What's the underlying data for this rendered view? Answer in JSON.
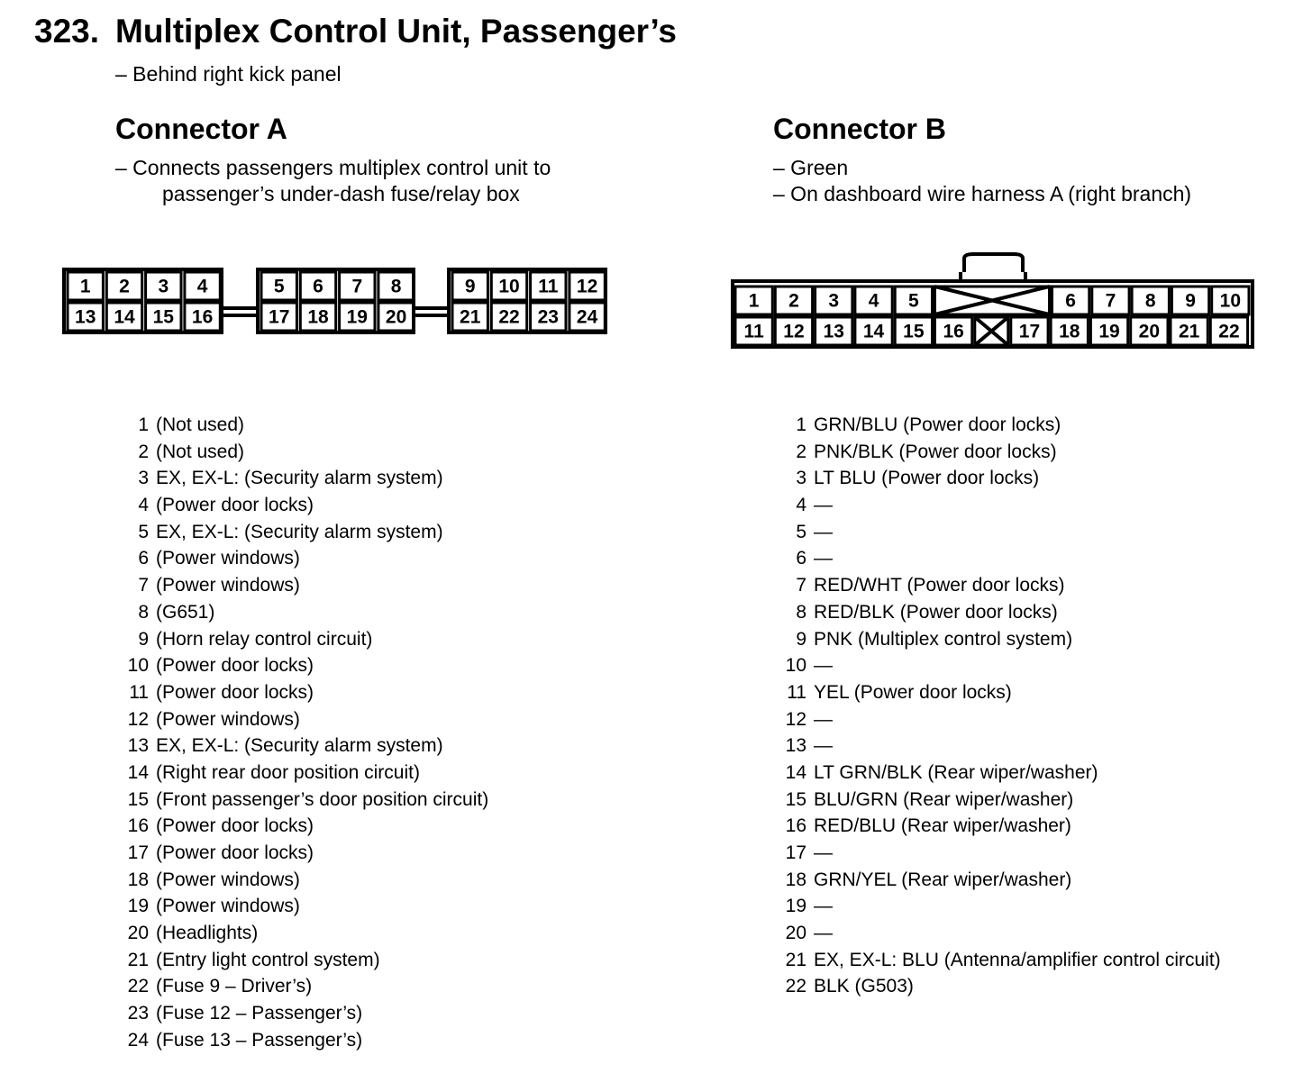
{
  "header": {
    "number": "323.",
    "title": "Multiplex Control Unit, Passenger’s",
    "location": "– Behind right kick panel"
  },
  "connector_a": {
    "title": "Connector A",
    "desc_line1": "– Connects passengers multiplex control unit to",
    "desc_line2": "passenger’s under-dash fuse/relay box",
    "diagram": {
      "top_pins": [
        "1",
        "2",
        "3",
        "4",
        "5",
        "6",
        "7",
        "8",
        "9",
        "10",
        "11",
        "12"
      ],
      "bottom_pins": [
        "13",
        "14",
        "15",
        "16",
        "17",
        "18",
        "19",
        "20",
        "21",
        "22",
        "23",
        "24"
      ]
    },
    "pins": [
      {
        "n": "1",
        "desc": "(Not used)"
      },
      {
        "n": "2",
        "desc": "(Not used)"
      },
      {
        "n": "3",
        "desc": "EX, EX-L: (Security alarm system)"
      },
      {
        "n": "4",
        "desc": "(Power door locks)"
      },
      {
        "n": "5",
        "desc": "EX, EX-L: (Security alarm system)"
      },
      {
        "n": "6",
        "desc": "(Power windows)"
      },
      {
        "n": "7",
        "desc": "(Power windows)"
      },
      {
        "n": "8",
        "desc": "(G651)"
      },
      {
        "n": "9",
        "desc": "(Horn relay control circuit)"
      },
      {
        "n": "10",
        "desc": "(Power door locks)"
      },
      {
        "n": "11",
        "desc": "(Power door locks)"
      },
      {
        "n": "12",
        "desc": "(Power windows)"
      },
      {
        "n": "13",
        "desc": "EX, EX-L: (Security alarm system)"
      },
      {
        "n": "14",
        "desc": "(Right rear door position circuit)"
      },
      {
        "n": "15",
        "desc": "(Front passenger’s door position circuit)"
      },
      {
        "n": "16",
        "desc": "(Power door locks)"
      },
      {
        "n": "17",
        "desc": "(Power door locks)"
      },
      {
        "n": "18",
        "desc": "(Power windows)"
      },
      {
        "n": "19",
        "desc": "(Power windows)"
      },
      {
        "n": "20",
        "desc": "(Headlights)"
      },
      {
        "n": "21",
        "desc": "(Entry light control system)"
      },
      {
        "n": "22",
        "desc": "(Fuse 9 – Driver’s)"
      },
      {
        "n": "23",
        "desc": "(Fuse 12 – Passenger’s)"
      },
      {
        "n": "24",
        "desc": "(Fuse 13 – Passenger’s)"
      }
    ]
  },
  "connector_b": {
    "title": "Connector B",
    "desc_line1": "– Green",
    "desc_line2": "– On dashboard wire harness A (right branch)",
    "diagram": {
      "top_pins": [
        "1",
        "2",
        "3",
        "4",
        "5",
        "",
        "6",
        "7",
        "8",
        "9",
        "10"
      ],
      "bottom_pins": [
        "11",
        "12",
        "13",
        "14",
        "15",
        "16",
        "",
        "17",
        "18",
        "19",
        "20",
        "21",
        "22"
      ]
    },
    "pins": [
      {
        "n": "1",
        "desc": "GRN/BLU (Power door locks)"
      },
      {
        "n": "2",
        "desc": "PNK/BLK (Power door locks)"
      },
      {
        "n": "3",
        "desc": "LT BLU (Power door locks)"
      },
      {
        "n": "4",
        "desc": "—"
      },
      {
        "n": "5",
        "desc": "—"
      },
      {
        "n": "6",
        "desc": "—"
      },
      {
        "n": "7",
        "desc": "RED/WHT (Power door locks)"
      },
      {
        "n": "8",
        "desc": "RED/BLK (Power door locks)"
      },
      {
        "n": "9",
        "desc": "PNK (Multiplex control system)"
      },
      {
        "n": "10",
        "desc": "—"
      },
      {
        "n": "11",
        "desc": "YEL (Power door locks)"
      },
      {
        "n": "12",
        "desc": "—"
      },
      {
        "n": "13",
        "desc": "—"
      },
      {
        "n": "14",
        "desc": "LT GRN/BLK (Rear wiper/washer)"
      },
      {
        "n": "15",
        "desc": "BLU/GRN (Rear wiper/washer)"
      },
      {
        "n": "16",
        "desc": "RED/BLU (Rear wiper/washer)"
      },
      {
        "n": "17",
        "desc": "—"
      },
      {
        "n": "18",
        "desc": "GRN/YEL (Rear wiper/washer)"
      },
      {
        "n": "19",
        "desc": "—"
      },
      {
        "n": "20",
        "desc": "—"
      },
      {
        "n": "21",
        "desc": "EX, EX-L: BLU (Antenna/amplifier control circuit)"
      },
      {
        "n": "22",
        "desc": "BLK (G503)"
      }
    ]
  }
}
